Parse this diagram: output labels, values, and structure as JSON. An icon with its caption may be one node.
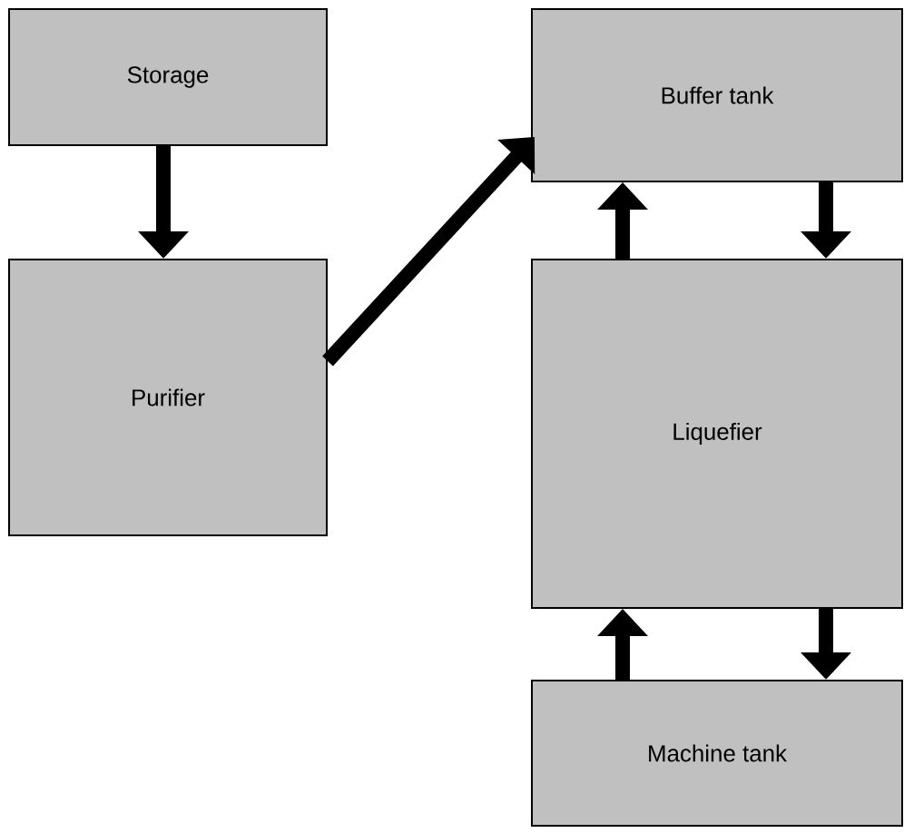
{
  "diagram": {
    "nodes": [
      {
        "text": [
          "Storage"
        ]
      },
      {
        "text": [
          "Purifier"
        ]
      },
      {
        "text": [
          "Buffer tank"
        ]
      },
      {
        "text": [
          "Liquefier"
        ]
      },
      {
        "text": [
          "Machine tank"
        ]
      }
    ],
    "edges": [
      {
        "from": 0,
        "to": 1,
        "arrow": "to"
      },
      {
        "from": 1,
        "to": 2,
        "arrow": "to"
      },
      {
        "from": 3,
        "to": 2,
        "arrow": "to"
      },
      {
        "from": 2,
        "to": 3,
        "arrow": "to"
      },
      {
        "from": 4,
        "to": 3,
        "arrow": "to"
      },
      {
        "from": 3,
        "to": 4,
        "arrow": "to"
      }
    ]
  }
}
